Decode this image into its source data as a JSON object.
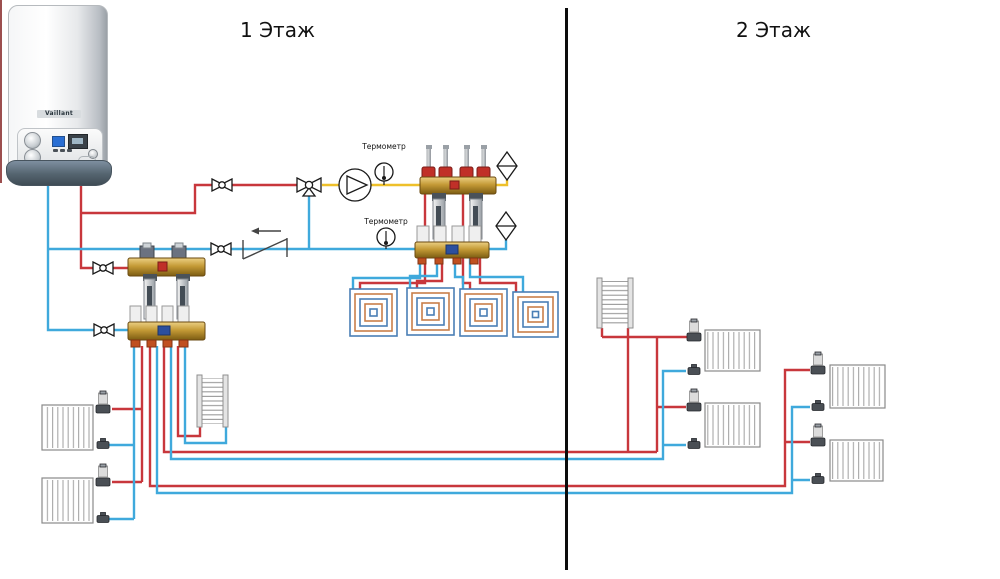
{
  "titles": {
    "floor1": "1 Этаж",
    "floor2": "2 Этаж"
  },
  "labels": {
    "thermometer_supply": "Термометр",
    "thermometer_return": "Термометр"
  },
  "boiler": {
    "brand": "Vaillant",
    "type": "wall-mounted-gas-boiler"
  },
  "colors": {
    "supply": "#c8373c",
    "return": "#3fa9dc",
    "mix": "#eec02a",
    "divider": "#0c0c0c",
    "brass": "#b8882a",
    "coil_warm": "#c87f4a",
    "coil_cool": "#4a7fb5"
  },
  "components": {
    "floor1": {
      "panel_radiators": 2,
      "towel_rail": 1,
      "underfloor_loops": 4,
      "manifold_outlets": 4,
      "pump": 1,
      "thermometers": 2,
      "air_vents": 2,
      "mixing_valve_3way": 1,
      "check_valve": 1,
      "ball_valves": 4
    },
    "floor2": {
      "panel_radiators": 4,
      "towel_rail": 1
    }
  }
}
